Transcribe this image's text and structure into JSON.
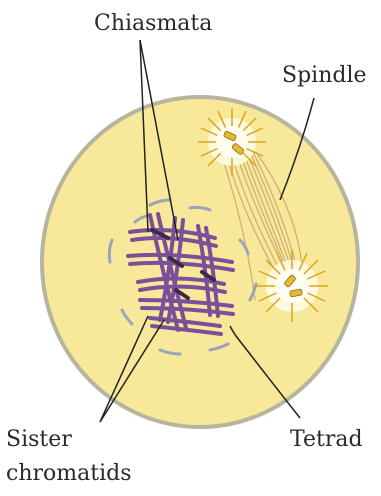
{
  "labels": {
    "chiasmata": "Chiasmata",
    "spindle": "Spindle",
    "sister_line1": "Sister",
    "sister_line2": "chromatids",
    "tetrad": "Tetrad"
  },
  "colors": {
    "cell_fill": "#f7e89a",
    "cell_stroke": "#b7b59e",
    "chromosome": "#7b4f9a",
    "chromosome_dark": "#3a2a4a",
    "centrosome": "#e8b830",
    "aster_ray": "#d9a520",
    "spindle_fiber": "#c8a070",
    "nuclear_fragment": "#9aa6b8",
    "leader_line": "#222222"
  },
  "icons": [
    "cell-icon",
    "centrosome-icon",
    "chromosome-icon"
  ]
}
